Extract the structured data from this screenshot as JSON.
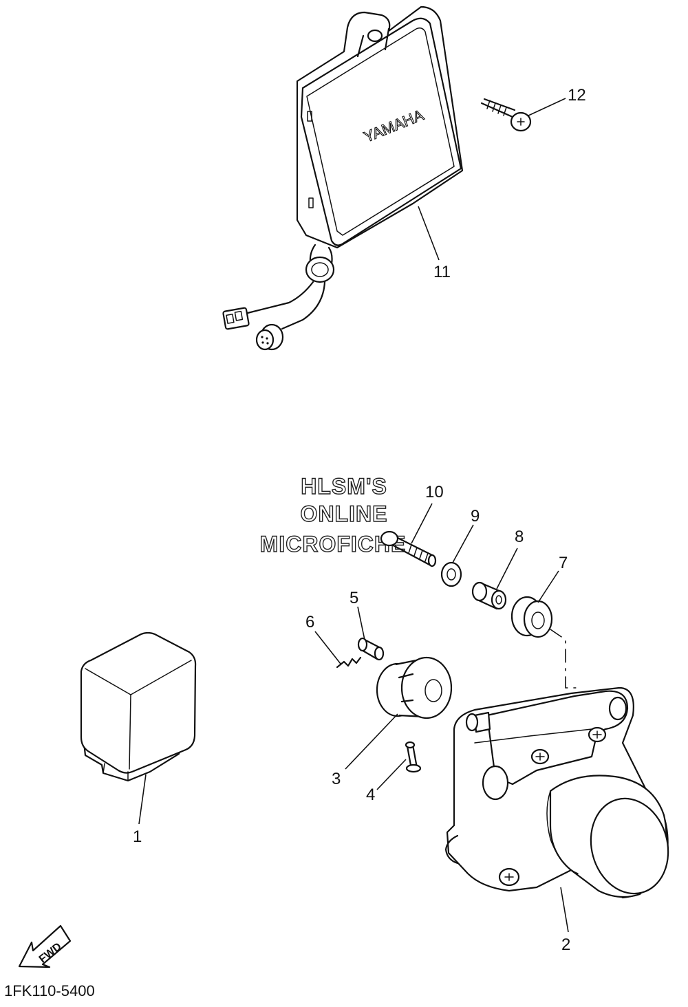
{
  "parts": [
    {
      "ref": "1"
    },
    {
      "ref": "2"
    },
    {
      "ref": "3"
    },
    {
      "ref": "4"
    },
    {
      "ref": "5"
    },
    {
      "ref": "6"
    },
    {
      "ref": "7"
    },
    {
      "ref": "8"
    },
    {
      "ref": "9"
    },
    {
      "ref": "10"
    },
    {
      "ref": "11"
    },
    {
      "ref": "12"
    }
  ],
  "brand_label": "YAMAHA",
  "watermark": {
    "line1": "HLSM'S",
    "line2": "ONLINE",
    "line3": "MICROFICHE"
  },
  "direction_label": "FWD",
  "drawing_id": "1FK110-5400"
}
